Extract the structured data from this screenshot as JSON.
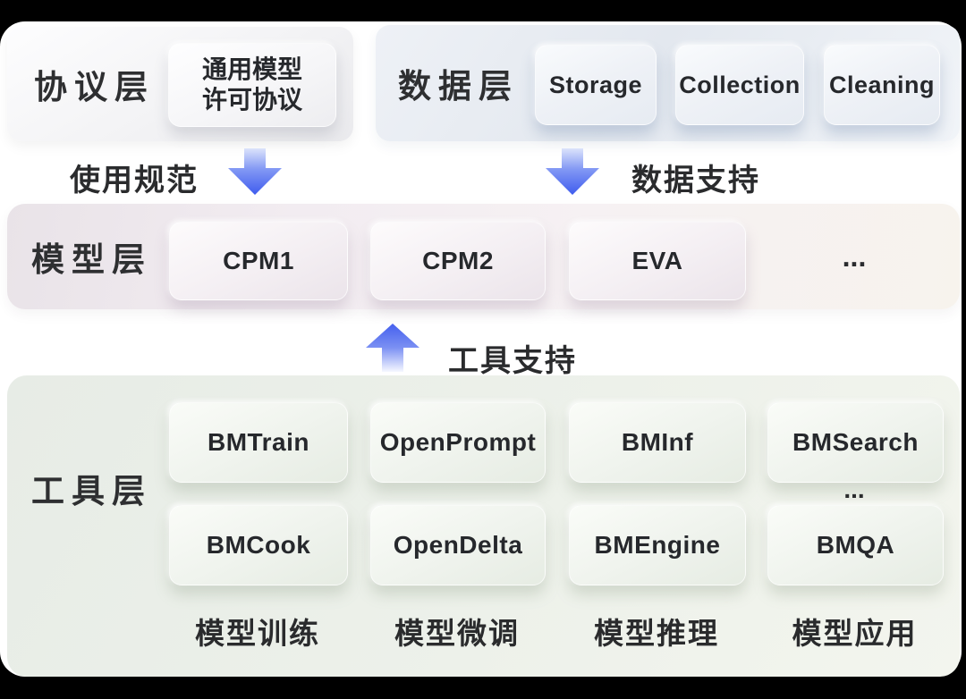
{
  "colors": {
    "page_background": "#000000",
    "canvas": "#ffffff",
    "arrow_blue": "#4060ee",
    "arrow_blue_light": "#dce3fb",
    "text_dark": "#2b2c2e"
  },
  "protocol_layer": {
    "label": "协议层",
    "license_box": {
      "line1": "通用模型",
      "line2": "许可协议"
    }
  },
  "data_layer": {
    "label": "数据层",
    "items": [
      "Storage",
      "Collection",
      "Cleaning"
    ]
  },
  "connectors": {
    "usage": {
      "caption": "使用规范",
      "direction": "down"
    },
    "data": {
      "caption": "数据支持",
      "direction": "down"
    },
    "tools": {
      "caption": "工具支持",
      "direction": "up"
    }
  },
  "model_layer": {
    "label": "模型层",
    "items": [
      "CPM1",
      "CPM2",
      "EVA"
    ],
    "more": "..."
  },
  "tool_layer": {
    "label": "工具层",
    "row1": [
      "BMTrain",
      "OpenPrompt",
      "BMInf",
      "BMSearch"
    ],
    "row2": [
      "BMCook",
      "OpenDelta",
      "BMEngine",
      "BMQA"
    ],
    "more": "...",
    "categories": [
      "模型训练",
      "模型微调",
      "模型推理",
      "模型应用"
    ]
  }
}
